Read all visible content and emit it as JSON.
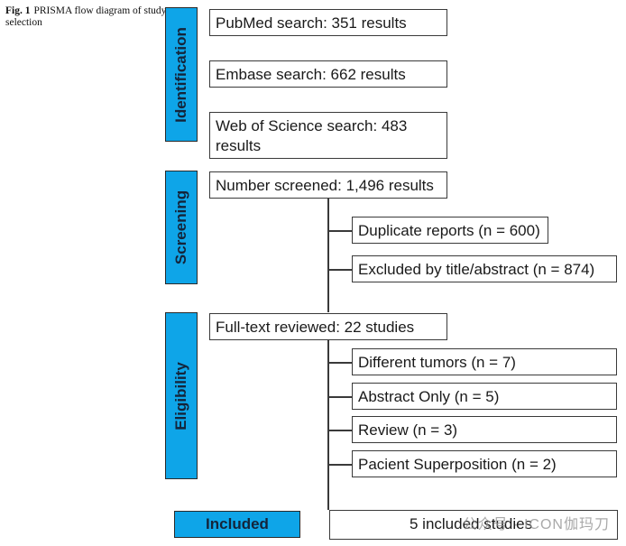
{
  "caption": {
    "label": "Fig. 1",
    "text": "PRISMA flow diagram of study selection"
  },
  "stages": {
    "identification": "Identification",
    "screening": "Screening",
    "eligibility": "Eligibility",
    "included": "Included"
  },
  "identification": {
    "pubmed": "PubMed search: 351 results",
    "embase": "Embase search: 662 results",
    "wos": "Web of Science search: 483 results"
  },
  "screening": {
    "screened": "Number screened: 1,496 results",
    "duplicates": "Duplicate reports (n = 600)",
    "excluded": "Excluded by title/abstract (n = 874)"
  },
  "eligibility": {
    "fulltext": "Full-text reviewed: 22 studies",
    "different_tumors": "Different tumors (n = 7)",
    "abstract_only": "Abstract Only (n = 5)",
    "review": "Review (n = 3)",
    "superposition": "Pacient Superposition (n = 2)"
  },
  "included": {
    "result": "5 included studies"
  },
  "watermark": "公众号 · ICON伽玛刀",
  "colors": {
    "stage_fill": "#0ea5e8",
    "stage_text": "#14243a",
    "border": "#3a3a3a"
  }
}
